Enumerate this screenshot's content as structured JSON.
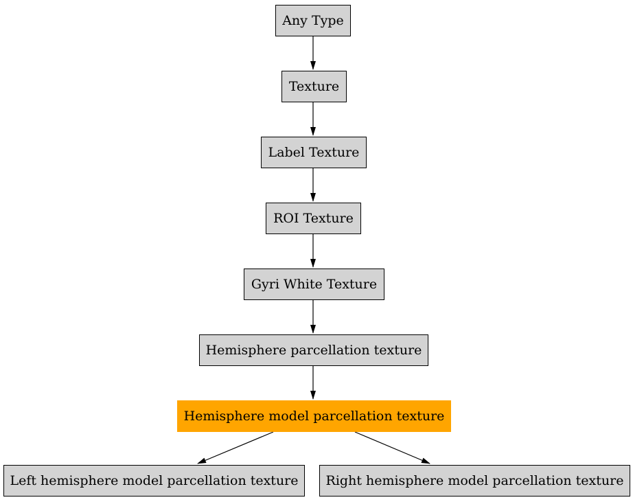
{
  "diagram": {
    "type": "flowchart",
    "description": "Type hierarchy graph of texture data types",
    "nodes": [
      {
        "id": "any-type",
        "label": "Any Type",
        "fill": "#d3d3d3",
        "highlighted": false
      },
      {
        "id": "texture",
        "label": "Texture",
        "fill": "#d3d3d3",
        "highlighted": false
      },
      {
        "id": "label-texture",
        "label": "Label Texture",
        "fill": "#d3d3d3",
        "highlighted": false
      },
      {
        "id": "roi-texture",
        "label": "ROI Texture",
        "fill": "#d3d3d3",
        "highlighted": false
      },
      {
        "id": "gyri-white-texture",
        "label": "Gyri White Texture",
        "fill": "#d3d3d3",
        "highlighted": false
      },
      {
        "id": "hemisphere-parcellation-texture",
        "label": "Hemisphere parcellation texture",
        "fill": "#d3d3d3",
        "highlighted": false
      },
      {
        "id": "hemisphere-model-parcellation-texture",
        "label": "Hemisphere model parcellation texture",
        "fill": "#ffa500",
        "highlighted": true
      },
      {
        "id": "left-hemisphere-model-parcellation-texture",
        "label": "Left hemisphere model parcellation texture",
        "fill": "#d3d3d3",
        "highlighted": false
      },
      {
        "id": "right-hemisphere-model-parcellation-texture",
        "label": "Right hemisphere model parcellation texture",
        "fill": "#d3d3d3",
        "highlighted": false
      }
    ],
    "edges": [
      {
        "from": "Any Type",
        "to": "Texture"
      },
      {
        "from": "Texture",
        "to": "Label Texture"
      },
      {
        "from": "Label Texture",
        "to": "ROI Texture"
      },
      {
        "from": "ROI Texture",
        "to": "Gyri White Texture"
      },
      {
        "from": "Gyri White Texture",
        "to": "Hemisphere parcellation texture"
      },
      {
        "from": "Hemisphere parcellation texture",
        "to": "Hemisphere model parcellation texture"
      },
      {
        "from": "Hemisphere model parcellation texture",
        "to": "Left hemisphere model parcellation texture"
      },
      {
        "from": "Hemisphere model parcellation texture",
        "to": "Right hemisphere model parcellation texture"
      }
    ],
    "colors": {
      "node_fill": "#d3d3d3",
      "highlight_fill": "#ffa500",
      "node_border": "#000000",
      "edge": "#000000",
      "text": "#000000",
      "background": "#ffffff"
    }
  }
}
